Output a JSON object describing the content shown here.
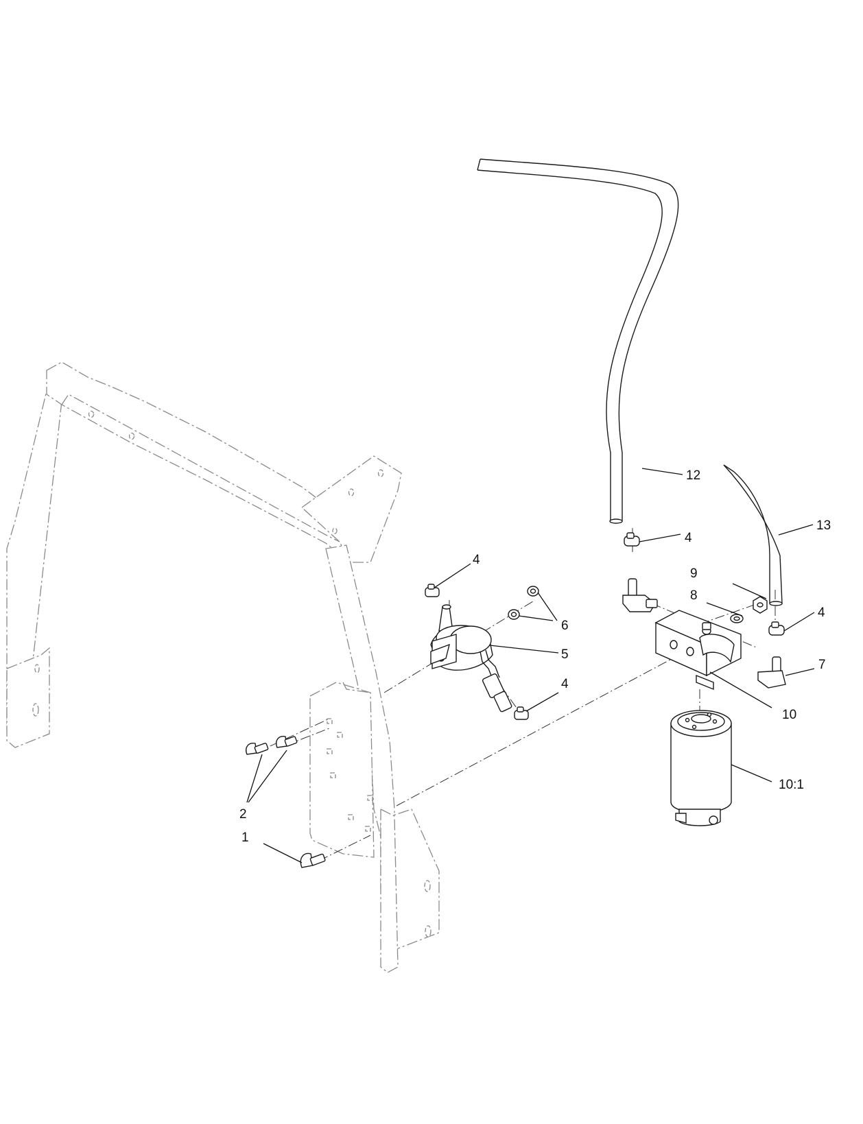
{
  "callouts": {
    "c1": "1",
    "c2": "2",
    "c4a": "4",
    "c4b": "4",
    "c4c": "4",
    "c4d": "4",
    "c5": "5",
    "c6": "6",
    "c7": "7",
    "c8": "8",
    "c9": "9",
    "c10": "10",
    "c10_1": "10:1",
    "c12": "12",
    "c13": "13"
  }
}
